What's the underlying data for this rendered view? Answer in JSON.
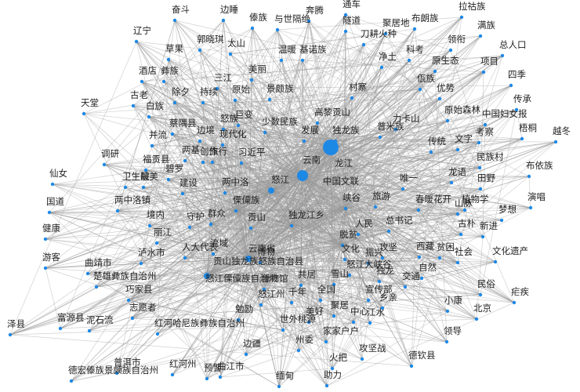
{
  "graph": {
    "colors": {
      "node": "#1e88e5",
      "edge": "#9a9a9a",
      "label": "#222222"
    },
    "nodes": [
      {
        "id": "奋斗",
        "label": "奋斗",
        "size": 1
      },
      {
        "id": "边睡",
        "label": "边睡",
        "size": 1
      },
      {
        "id": "傣族",
        "label": "傣族",
        "size": 1
      },
      {
        "id": "与世隔绝",
        "label": "与世隔绝",
        "size": 1
      },
      {
        "id": "奔腾",
        "label": "奔腾",
        "size": 1
      },
      {
        "id": "通车",
        "label": "通车",
        "size": 1
      },
      {
        "id": "拉祜族",
        "label": "拉祜族",
        "size": 1
      },
      {
        "id": "隧道",
        "label": "隧道",
        "size": 1
      },
      {
        "id": "聚居地",
        "label": "聚居地",
        "size": 1
      },
      {
        "id": "布朗族",
        "label": "布朗族",
        "size": 1
      },
      {
        "id": "辽宁",
        "label": "辽宁",
        "size": 1
      },
      {
        "id": "郭晓琪",
        "label": "郭晓琪",
        "size": 1
      },
      {
        "id": "太山",
        "label": "太山",
        "size": 1
      },
      {
        "id": "刀耕火种",
        "label": "刀耕火种",
        "size": 1
      },
      {
        "id": "满族",
        "label": "满族",
        "size": 1
      },
      {
        "id": "领衔",
        "label": "领衔",
        "size": 1
      },
      {
        "id": "总人口",
        "label": "总人口",
        "size": 1
      },
      {
        "id": "草果",
        "label": "草果",
        "size": 1
      },
      {
        "id": "温暖",
        "label": "温暖",
        "size": 1
      },
      {
        "id": "基诺族",
        "label": "基诺族",
        "size": 1
      },
      {
        "id": "科考",
        "label": "科考",
        "size": 1
      },
      {
        "id": "净土",
        "label": "净土",
        "size": 1
      },
      {
        "id": "原生态",
        "label": "原生态",
        "size": 1
      },
      {
        "id": "项目",
        "label": "项目",
        "size": 1
      },
      {
        "id": "酒店",
        "label": "酒店",
        "size": 1
      },
      {
        "id": "彝族",
        "label": "彝族",
        "size": 1
      },
      {
        "id": "美丽",
        "label": "美丽",
        "size": 1
      },
      {
        "id": "三江",
        "label": "三江",
        "size": 1
      },
      {
        "id": "四季",
        "label": "四季",
        "size": 1
      },
      {
        "id": "佤族",
        "label": "佤族",
        "size": 1
      },
      {
        "id": "古老",
        "label": "古老",
        "size": 1
      },
      {
        "id": "除夕",
        "label": "除夕",
        "size": 1
      },
      {
        "id": "持续",
        "label": "持续",
        "size": 1
      },
      {
        "id": "原始",
        "label": "原始",
        "size": 1
      },
      {
        "id": "景颇族",
        "label": "景颇族",
        "size": 1
      },
      {
        "id": "村寨",
        "label": "村寨",
        "size": 1
      },
      {
        "id": "优势",
        "label": "优势",
        "size": 1
      },
      {
        "id": "传承",
        "label": "传承",
        "size": 1
      },
      {
        "id": "天堂",
        "label": "天堂",
        "size": 1
      },
      {
        "id": "白族",
        "label": "白族",
        "size": 1
      },
      {
        "id": "巨变",
        "label": "巨变",
        "size": 1
      },
      {
        "id": "高黎贡山",
        "label": "高黎贡山",
        "size": 1
      },
      {
        "id": "原始森林",
        "label": "原始森林",
        "size": 1
      },
      {
        "id": "中国妇女报",
        "label": "中国妇女报",
        "size": 1
      },
      {
        "id": "怒族",
        "label": "怒族",
        "size": 1
      },
      {
        "id": "少数民族",
        "label": "少数民族",
        "size": 1
      },
      {
        "id": "力卡山",
        "label": "力卡山",
        "size": 1
      },
      {
        "id": "考察",
        "label": "考察",
        "size": 1
      },
      {
        "id": "梧桐",
        "label": "梧桐",
        "size": 1
      },
      {
        "id": "越冬",
        "label": "越冬",
        "size": 1
      },
      {
        "id": "并流",
        "label": "并流",
        "size": 1
      },
      {
        "id": "蔡隅县",
        "label": "蔡隅县",
        "size": 1
      },
      {
        "id": "边境",
        "label": "边境",
        "size": 1
      },
      {
        "id": "普米族",
        "label": "普米族",
        "size": 1
      },
      {
        "id": "发展",
        "label": "发展",
        "size": 1
      },
      {
        "id": "独龙族",
        "label": "独龙族",
        "size": 1
      },
      {
        "id": "现代化",
        "label": "现代化",
        "size": 1
      },
      {
        "id": "传统",
        "label": "传统",
        "size": 1
      },
      {
        "id": "文字",
        "label": "文字",
        "size": 1
      },
      {
        "id": "调研",
        "label": "调研",
        "size": 1
      },
      {
        "id": "两基",
        "label": "两基",
        "size": 1
      },
      {
        "id": "创作",
        "label": "创作",
        "size": 1
      },
      {
        "id": "旅行",
        "label": "旅行",
        "size": 1
      },
      {
        "id": "习近平",
        "label": "习近平",
        "size": 1
      },
      {
        "id": "民族村",
        "label": "民族村",
        "size": 1
      },
      {
        "id": "福贡县",
        "label": "福贡县",
        "size": 1
      },
      {
        "id": "卫生院",
        "label": "卫生院",
        "size": 1
      },
      {
        "id": "最美",
        "label": "最美",
        "size": 1
      },
      {
        "id": "碧罗",
        "label": "碧罗",
        "size": 1
      },
      {
        "id": "云南",
        "label": "云南",
        "size": 5
      },
      {
        "id": "龙江",
        "label": "龙江",
        "size": 3
      },
      {
        "id": "布依族",
        "label": "布依族",
        "size": 1
      },
      {
        "id": "仙女",
        "label": "仙女",
        "size": 1
      },
      {
        "id": "建设",
        "label": "建设",
        "size": 1
      },
      {
        "id": "中国文联",
        "label": "中国文联",
        "size": 4
      },
      {
        "id": "唯一",
        "label": "唯一",
        "size": 1
      },
      {
        "id": "龙语",
        "label": "龙语",
        "size": 1
      },
      {
        "id": "田野",
        "label": "田野",
        "size": 1
      },
      {
        "id": "怒江",
        "label": "怒江",
        "size": 2
      },
      {
        "id": "两中洛",
        "label": "两中洛",
        "size": 1
      },
      {
        "id": "两中洛镇",
        "label": "两中洛镇",
        "size": 1
      },
      {
        "id": "傈僳族",
        "label": "傈僳族",
        "size": 1
      },
      {
        "id": "峡谷",
        "label": "峡谷",
        "size": 1
      },
      {
        "id": "旅游",
        "label": "旅游",
        "size": 1
      },
      {
        "id": "春暖花开",
        "label": "春暖花开",
        "size": 1
      },
      {
        "id": "山脉",
        "label": "山脉",
        "size": 1
      },
      {
        "id": "植物学",
        "label": "植物学",
        "size": 1
      },
      {
        "id": "演唱",
        "label": "演唱",
        "size": 1
      },
      {
        "id": "国道",
        "label": "国道",
        "size": 1
      },
      {
        "id": "境内",
        "label": "境内",
        "size": 1
      },
      {
        "id": "守护",
        "label": "守护",
        "size": 1
      },
      {
        "id": "群众",
        "label": "群众",
        "size": 1
      },
      {
        "id": "贡山",
        "label": "贡山",
        "size": 1
      },
      {
        "id": "独龙江乡",
        "label": "独龙江乡",
        "size": 1
      },
      {
        "id": "梦想",
        "label": "梦想",
        "size": 1
      },
      {
        "id": "总书记",
        "label": "总书记",
        "size": 1
      },
      {
        "id": "健康",
        "label": "健康",
        "size": 1
      },
      {
        "id": "丽江",
        "label": "丽江",
        "size": 1
      },
      {
        "id": "人民",
        "label": "人民",
        "size": 1
      },
      {
        "id": "古朴",
        "label": "古朴",
        "size": 1
      },
      {
        "id": "新进",
        "label": "新进",
        "size": 1
      },
      {
        "id": "脱贫",
        "label": "脱贫",
        "size": 1
      },
      {
        "id": "流域",
        "label": "流域",
        "size": 1
      },
      {
        "id": "游客",
        "label": "游客",
        "size": 1
      },
      {
        "id": "曲靖市",
        "label": "曲靖市",
        "size": 1
      },
      {
        "id": "泸水市",
        "label": "泸水市",
        "size": 1
      },
      {
        "id": "人大代表",
        "label": "人大代表",
        "size": 1
      },
      {
        "id": "云南省",
        "label": "云南省",
        "size": 2
      },
      {
        "id": "文化",
        "label": "文化",
        "size": 1
      },
      {
        "id": "攻坚",
        "label": "攻坚",
        "size": 1
      },
      {
        "id": "西藏",
        "label": "西藏",
        "size": 1
      },
      {
        "id": "贫困",
        "label": "贫困",
        "size": 1
      },
      {
        "id": "社会",
        "label": "社会",
        "size": 1
      },
      {
        "id": "文化遗产",
        "label": "文化遗产",
        "size": 1
      },
      {
        "id": "贡山独龙族怒族自治县",
        "label": "贡山独龙族怒族自治县",
        "size": 2
      },
      {
        "id": "博物",
        "label": "博物",
        "size": 1
      },
      {
        "id": "振兴",
        "label": "振兴",
        "size": 1
      },
      {
        "id": "怒江大峡谷",
        "label": "怒江大峡谷",
        "size": 1
      },
      {
        "id": "楚雄彝族自治州",
        "label": "楚雄彝族自治州",
        "size": 1
      },
      {
        "id": "怒江傈僳族自治州",
        "label": "怒江傈僳族自治州",
        "size": 2
      },
      {
        "id": "博物馆",
        "label": "博物馆",
        "size": 1
      },
      {
        "id": "共居",
        "label": "共居",
        "size": 1
      },
      {
        "id": "雪山",
        "label": "雪山",
        "size": 1
      },
      {
        "id": "独龙",
        "label": "独龙",
        "size": 1
      },
      {
        "id": "自然",
        "label": "自然",
        "size": 1
      },
      {
        "id": "交通",
        "label": "交通",
        "size": 1
      },
      {
        "id": "民俗",
        "label": "民俗",
        "size": 1
      },
      {
        "id": "巧家县",
        "label": "巧家县",
        "size": 1
      },
      {
        "id": "宣传部",
        "label": "宣传部",
        "size": 1
      },
      {
        "id": "疟疾",
        "label": "疟疾",
        "size": 1
      },
      {
        "id": "怒江州",
        "label": "怒江州",
        "size": 1
      },
      {
        "id": "千年",
        "label": "千年",
        "size": 1
      },
      {
        "id": "全国",
        "label": "全国",
        "size": 1
      },
      {
        "id": "乡亲",
        "label": "乡亲",
        "size": 1
      },
      {
        "id": "小康",
        "label": "小康",
        "size": 1
      },
      {
        "id": "志愿者",
        "label": "志愿者",
        "size": 1
      },
      {
        "id": "富源县",
        "label": "富源县",
        "size": 1
      },
      {
        "id": "泥石流",
        "label": "泥石流",
        "size": 1
      },
      {
        "id": "勉励",
        "label": "勉励",
        "size": 1
      },
      {
        "id": "美好",
        "label": "美好",
        "size": 1
      },
      {
        "id": "聚居",
        "label": "聚居",
        "size": 1
      },
      {
        "id": "中心",
        "label": "中心",
        "size": 1
      },
      {
        "id": "江水",
        "label": "江水",
        "size": 1
      },
      {
        "id": "北京",
        "label": "北京",
        "size": 1
      },
      {
        "id": "泽县",
        "label": "泽县",
        "size": 1
      },
      {
        "id": "红河哈尼族彝族自治州",
        "label": "红河哈尼族彝族自治州",
        "size": 1
      },
      {
        "id": "世外桃源",
        "label": "世外桃源",
        "size": 1
      },
      {
        "id": "领导",
        "label": "领导",
        "size": 1
      },
      {
        "id": "家家户户",
        "label": "家家户户",
        "size": 1
      },
      {
        "id": "州委",
        "label": "州委",
        "size": 1
      },
      {
        "id": "边疆",
        "label": "边疆",
        "size": 1
      },
      {
        "id": "攻坚战",
        "label": "攻坚战",
        "size": 1
      },
      {
        "id": "德钦县",
        "label": "德钦县",
        "size": 1
      },
      {
        "id": "普洱市",
        "label": "普洱市",
        "size": 1
      },
      {
        "id": "红河州",
        "label": "红河州",
        "size": 1
      },
      {
        "id": "火把",
        "label": "火把",
        "size": 1
      },
      {
        "id": "德宏傣族景颇族自治州",
        "label": "德宏傣族景颇族自治州",
        "size": 1
      },
      {
        "id": "预警",
        "label": "预警",
        "size": 1
      },
      {
        "id": "曲江市",
        "label": "曲江市",
        "size": 1
      },
      {
        "id": "缅甸",
        "label": "缅甸",
        "size": 1
      },
      {
        "id": "助力",
        "label": "助力",
        "size": 1
      }
    ]
  }
}
